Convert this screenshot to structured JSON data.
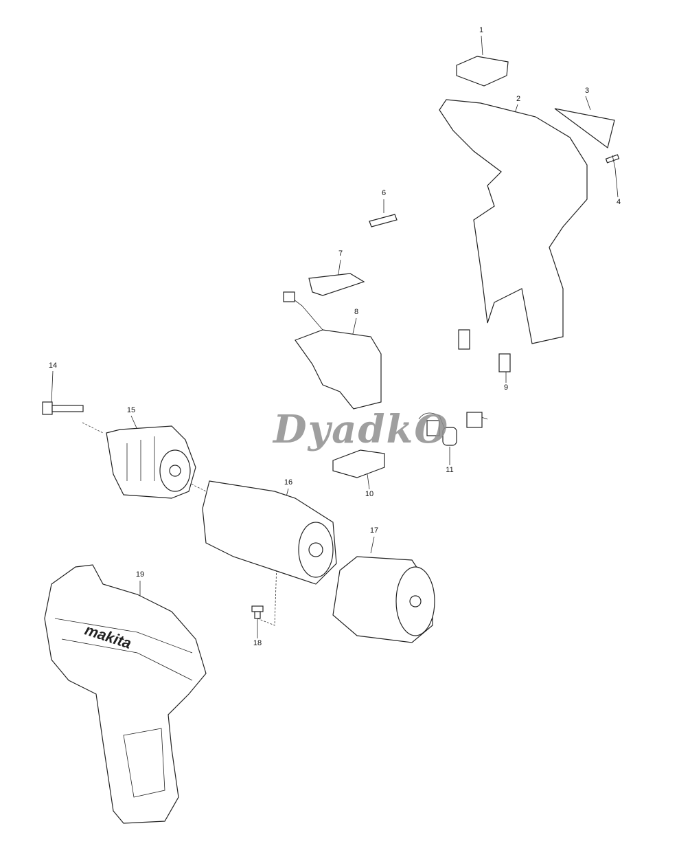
{
  "title": "Makita drill exploded parts diagram",
  "watermark": "DyadkO",
  "logo_text": "makita",
  "part_labels": [
    "1",
    "2",
    "3",
    "4",
    "6",
    "7",
    "8",
    "9",
    "10",
    "11",
    "14",
    "15",
    "16",
    "17",
    "18",
    "19"
  ]
}
